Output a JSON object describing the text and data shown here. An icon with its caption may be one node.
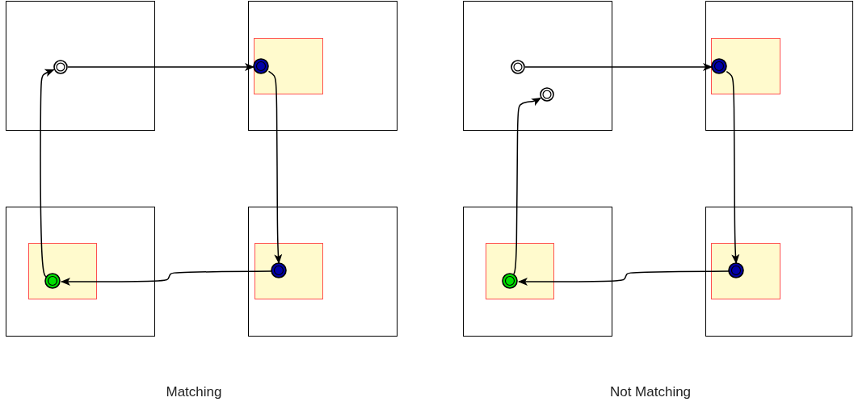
{
  "diagram": {
    "nodes": [
      {
        "text": [],
        "shape": "box"
      },
      {
        "text": [],
        "shape": "circle",
        "in": 0
      },
      {
        "text": [],
        "shape": "box"
      },
      {
        "text": [],
        "shape": "box",
        "in": 2
      },
      {
        "text": [],
        "shape": "circle",
        "in": 3
      },
      {
        "text": [],
        "shape": "box"
      },
      {
        "text": [],
        "shape": "box",
        "in": 5
      },
      {
        "text": [],
        "shape": "circle",
        "in": 6
      },
      {
        "text": [],
        "shape": "box"
      },
      {
        "text": [],
        "shape": "box",
        "in": 8
      },
      {
        "text": [],
        "shape": "circle",
        "in": 9
      },
      {
        "text": [],
        "shape": "box"
      },
      {
        "text": [],
        "shape": "circle",
        "in": 11
      },
      {
        "text": [],
        "shape": "circle",
        "in": 11
      },
      {
        "text": [],
        "shape": "box"
      },
      {
        "text": [],
        "shape": "box",
        "in": 14
      },
      {
        "text": [],
        "shape": "circle",
        "in": 15
      },
      {
        "text": [],
        "shape": "box"
      },
      {
        "text": [],
        "shape": "box",
        "in": 17
      },
      {
        "text": [],
        "shape": "circle",
        "in": 18
      },
      {
        "text": [],
        "shape": "box"
      },
      {
        "text": [],
        "shape": "box",
        "in": 20
      },
      {
        "text": [],
        "shape": "circle",
        "in": 21
      }
    ],
    "edges": [
      {
        "from": 1,
        "to": 4,
        "arrow": "to"
      },
      {
        "from": 4,
        "to": 10,
        "arrow": "to"
      },
      {
        "from": 10,
        "to": 7,
        "arrow": "to"
      },
      {
        "from": 7,
        "to": 1,
        "arrow": "to"
      },
      {
        "from": 12,
        "to": 16,
        "arrow": "to"
      },
      {
        "from": 16,
        "to": 22,
        "arrow": "to"
      },
      {
        "from": 22,
        "to": 19,
        "arrow": "to"
      },
      {
        "from": 19,
        "to": 13,
        "arrow": "to"
      }
    ],
    "labels": [
      "Matching",
      "Not Matching"
    ]
  }
}
